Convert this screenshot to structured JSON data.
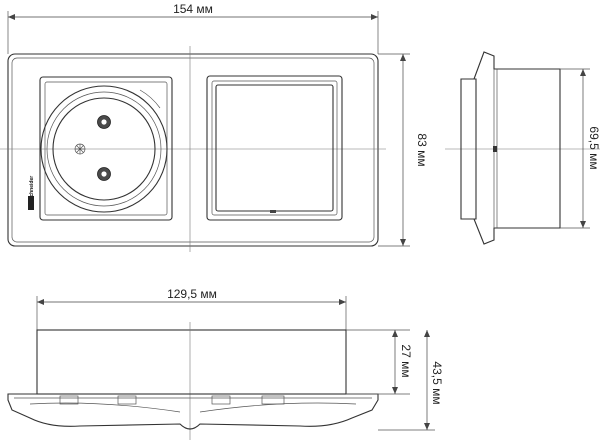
{
  "dimensions": {
    "total_width": "154 мм",
    "height": "83 мм",
    "side_height": "69,5 мм",
    "bottom_width": "129,5 мм",
    "depth_inner": "27 мм",
    "depth_total": "43,5 мм"
  },
  "brand": "Schneider"
}
